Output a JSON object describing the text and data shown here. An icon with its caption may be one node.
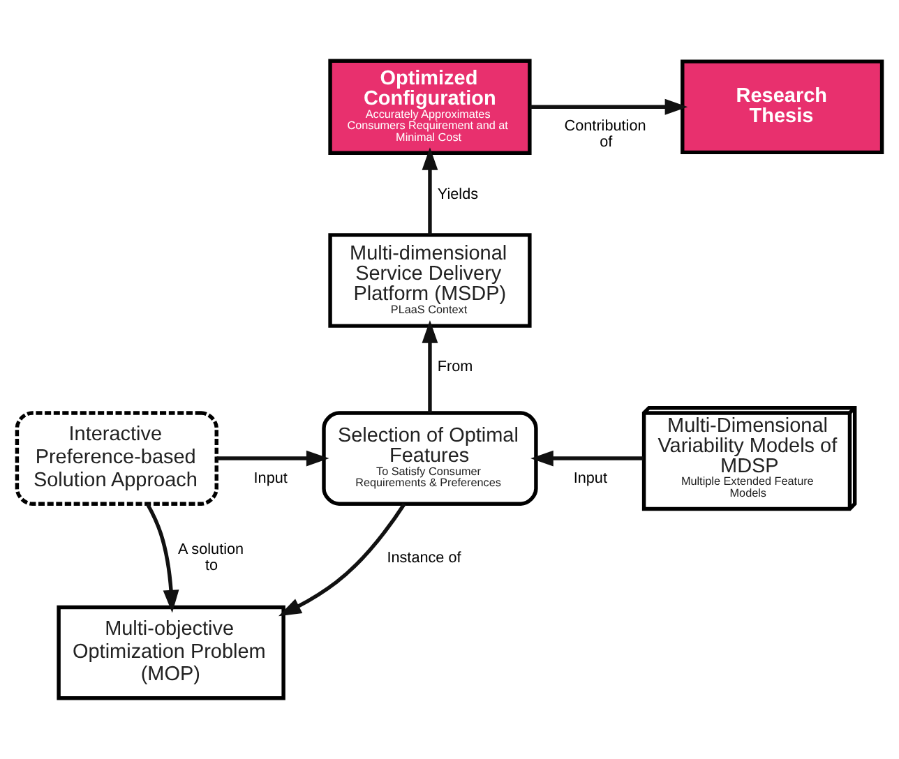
{
  "diagram": {
    "nodes": [
      {
        "text": [
          "Optimized Configuration",
          "Accurately Approximates Consumers Requirement and at Minimal Cost"
        ]
      },
      {
        "text": [
          "Research Thesis"
        ]
      },
      {
        "text": [
          "Multi-dimensional Service Delivery Platform (MSDP)",
          "PLaaS Context"
        ]
      },
      {
        "text": [
          "Interactive Preference-based Solution Approach"
        ]
      },
      {
        "text": [
          "Selection of Optimal Features",
          "To Satisfy Consumer Requirements & Preferences"
        ]
      },
      {
        "text": [
          "Multi-Dimensional Variability Models of MDSP",
          "Multiple Extended Feature Models"
        ]
      },
      {
        "text": [
          "Multi-objective Optimization Problem (MOP)"
        ]
      }
    ],
    "edges": [
      {
        "from": 0,
        "to": 1,
        "arrow": "to",
        "label": "Contribution of"
      },
      {
        "from": 2,
        "to": 0,
        "arrow": "to",
        "label": "Yields"
      },
      {
        "from": 4,
        "to": 2,
        "arrow": "to",
        "label": "From"
      },
      {
        "from": 3,
        "to": 4,
        "arrow": "to",
        "label": "Input"
      },
      {
        "from": 5,
        "to": 4,
        "arrow": "to",
        "label": "Input"
      },
      {
        "from": 4,
        "to": 6,
        "arrow": "to",
        "label": "Instance of"
      },
      {
        "from": 3,
        "to": 6,
        "arrow": "to",
        "label": "A solution to"
      }
    ]
  }
}
